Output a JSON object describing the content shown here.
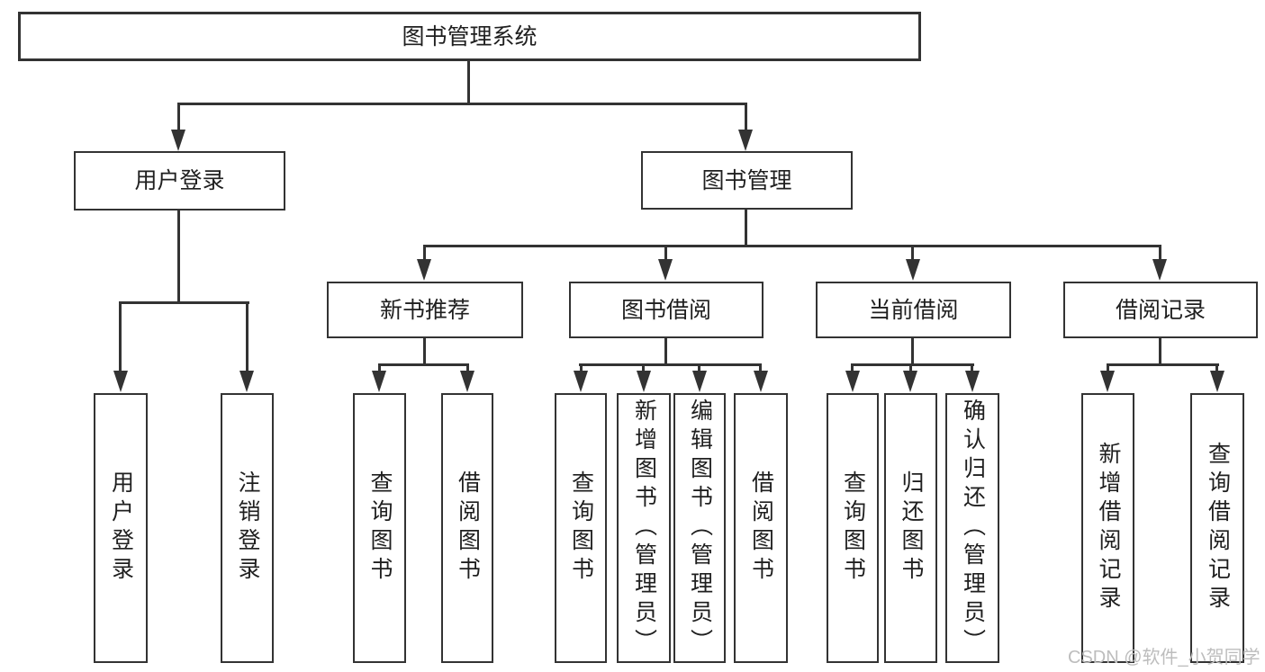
{
  "tree": {
    "root": {
      "label": "图书管理系统"
    },
    "level2": [
      {
        "label": "用户登录"
      },
      {
        "label": "图书管理"
      }
    ],
    "level3": [
      {
        "label": "新书推荐"
      },
      {
        "label": "图书借阅"
      },
      {
        "label": "当前借阅"
      },
      {
        "label": "借阅记录"
      }
    ],
    "leaves": [
      {
        "label": "用户登录"
      },
      {
        "label": "注销登录"
      },
      {
        "label": "查询图书"
      },
      {
        "label": "借阅图书"
      },
      {
        "label": "查询图书"
      },
      {
        "label": "新增图书（管理员）"
      },
      {
        "label": "编辑图书（管理员）"
      },
      {
        "label": "借阅图书"
      },
      {
        "label": "查询图书"
      },
      {
        "label": "归还图书"
      },
      {
        "label": "确认归还（管理员）"
      },
      {
        "label": "新增借阅记录"
      },
      {
        "label": "查询借阅记录"
      }
    ]
  },
  "watermark": {
    "text": "CSDN @软件_小贺同学"
  },
  "colors": {
    "line": "#333333",
    "text": "#1f1f1f",
    "box_background": "#ffffff",
    "watermark": "#bdbdbd",
    "background": "#ffffff"
  }
}
